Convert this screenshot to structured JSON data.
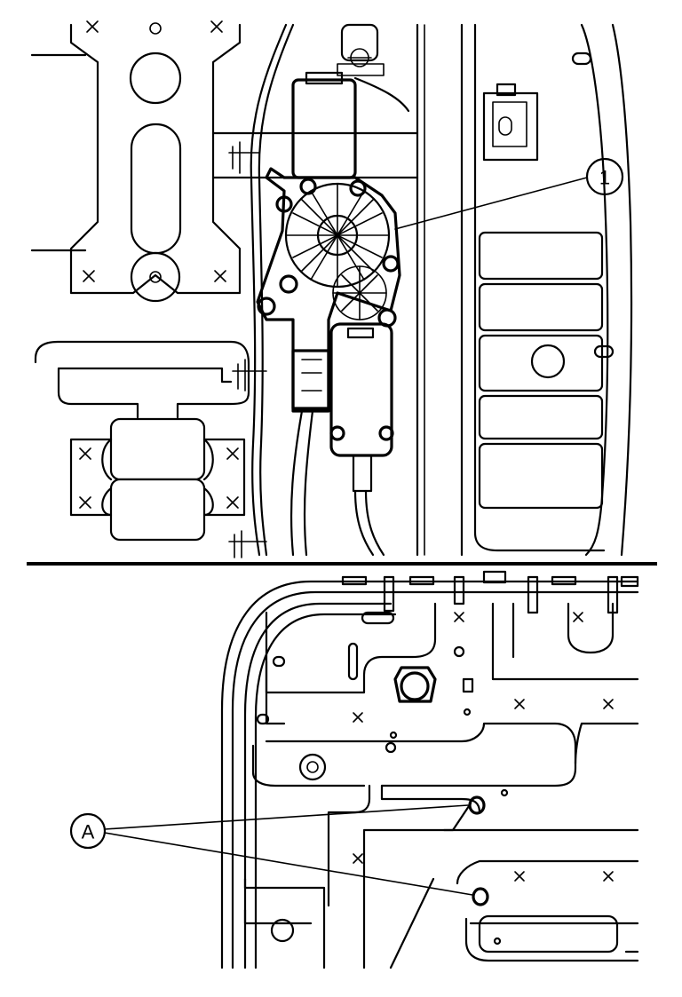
{
  "callouts": [
    {
      "label": "1",
      "target": "window-regulator-motor"
    },
    {
      "label": "A",
      "target": "door-panel-holes"
    }
  ]
}
